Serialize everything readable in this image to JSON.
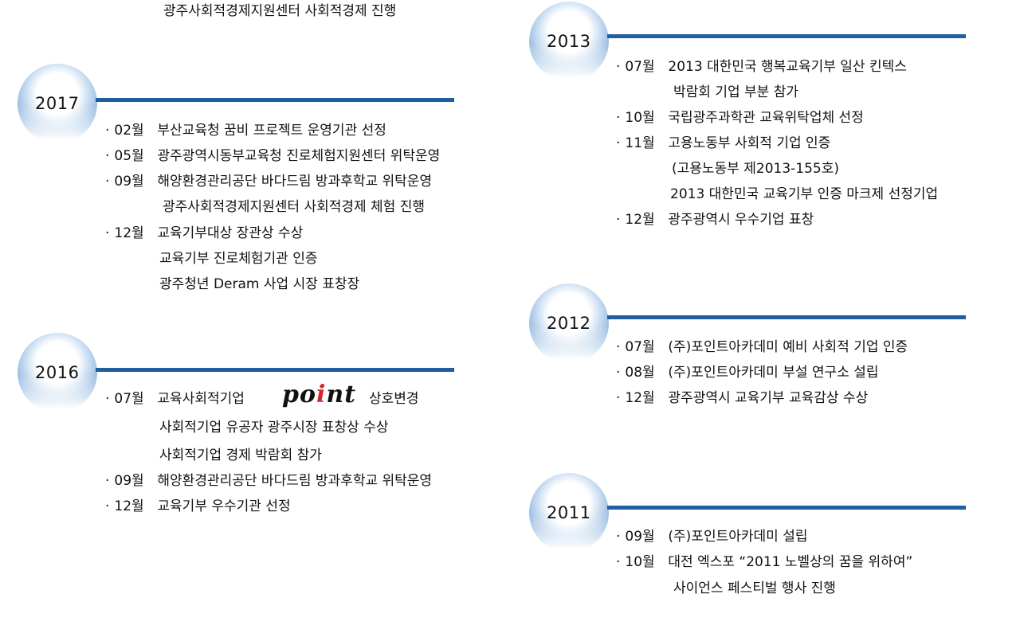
{
  "top_carry": "광주사회적경제지원센터 사회적경제 진행",
  "bullet": "·",
  "y2017": {
    "year": "2017",
    "entries": [
      {
        "month": "02월",
        "text": "부산교육청 꿈비 프로젝트 운영기관 선정"
      },
      {
        "month": "05월",
        "text": "광주광역시동부교육청 진로체험지원센터 위탁운영"
      },
      {
        "month": "09월",
        "text": "해양환경관리공단 바다드림 방과후학교 위탁운영"
      },
      {
        "month": "12월",
        "text": "교육기부대상 장관상 수상"
      }
    ],
    "sub_09": "광주사회적경제지원센터 사회적경제 체험 진행",
    "sub_12a": "교육기부 진로체험기관 인증",
    "sub_12b": "광주청년 Deram 사업 시장 표창장"
  },
  "y2016": {
    "year": "2016",
    "entries": [
      {
        "month": "07월",
        "text": "교육사회적기업"
      },
      {
        "month": "09월",
        "text": "해양환경관리공단 바다드림 방과후학교 위탁운영"
      },
      {
        "month": "12월",
        "text": "교육기부 우수기관 선정"
      }
    ],
    "logo": "point",
    "after_logo": "상호변경",
    "sub_07a": "사회적기업 유공자 광주시장 표창상 수상",
    "sub_07b": "사회적기업 경제 박람회 참가"
  },
  "y2013": {
    "year": "2013",
    "entries": [
      {
        "month": "07월",
        "text": "2013 대한민국 행복교육기부 일산 킨텍스"
      },
      {
        "month": "10월",
        "text": "국립광주과학관 교육위탁업체 선정"
      },
      {
        "month": "11월",
        "text": "고용노동부 사회적 기업 인증"
      },
      {
        "month": "12월",
        "text": "광주광역시 우수기업 표창"
      }
    ],
    "sub_07": "박람회 기업 부분 참가",
    "sub_11a": "(고용노동부 제2013-155호)",
    "sub_11b": "2013 대한민국 교육기부 인증 마크제 선정기업"
  },
  "y2012": {
    "year": "2012",
    "entries": [
      {
        "month": "07월",
        "text": "(주)포인트아카데미 예비 사회적 기업 인증"
      },
      {
        "month": "08월",
        "text": "(주)포인트아카데미 부설 연구소 설립"
      },
      {
        "month": "12월",
        "text": "광주광역시 교육기부 교육감상 수상"
      }
    ]
  },
  "y2011": {
    "year": "2011",
    "entries": [
      {
        "month": "09월",
        "text": "(주)포인트아카데미 설립"
      },
      {
        "month": "10월",
        "text": "대전 엑스포 “2011 노벨상의 꿈을 위하여”"
      }
    ],
    "sub_10": "사이언스 페스티벌 행사 진행"
  }
}
